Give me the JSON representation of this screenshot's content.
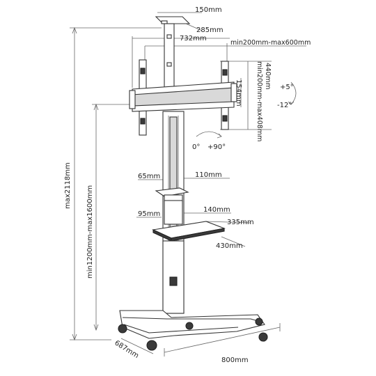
{
  "diagram": {
    "labels": {
      "top_plate_width": "150mm",
      "top_plate_depth": "285mm",
      "bracket_width": "732mm",
      "vesa_horizontal": "min200mm-max600mm",
      "vesa_vertical": "min200mm-max408mm",
      "bracket_height": "440mm",
      "arm_offset": "154mm",
      "tilt_up": "+5°",
      "tilt_down": "-12°",
      "rotation_start": "0°",
      "rotation_end": "+90°",
      "upper_shelf_width": "110mm",
      "upper_shelf_depth": "65mm",
      "lower_shelf_width": "140mm",
      "lower_shelf_depth": "95mm",
      "tray_depth": "335mm",
      "tray_width": "430mm",
      "overall_height": "max2118mm",
      "mount_height": "min1200mm-max1600mm",
      "base_depth": "687mm",
      "base_width": "800mm"
    }
  }
}
